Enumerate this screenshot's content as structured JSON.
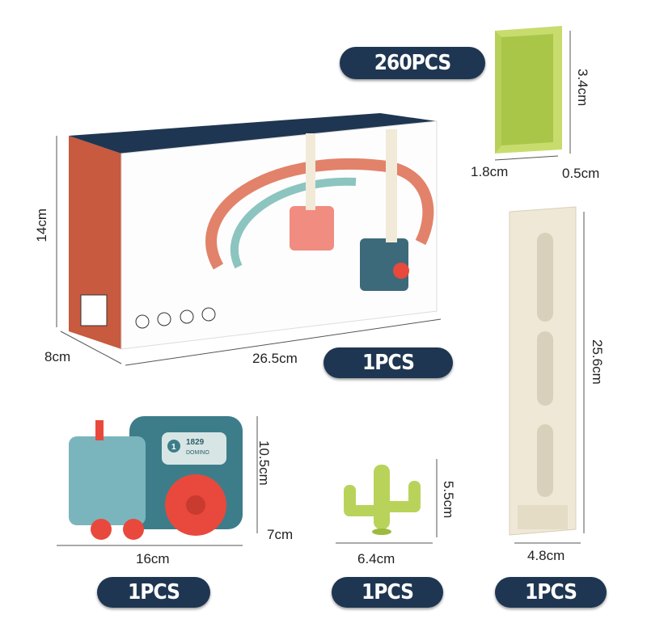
{
  "items": [
    {
      "name": "domino-tile",
      "quantity": "260PCS",
      "dims": [
        "3.4cm",
        "1.8cm",
        "0.5cm"
      ]
    },
    {
      "name": "gift-box",
      "quantity": "1PCS",
      "dims": [
        "14cm",
        "8cm",
        "26.5cm"
      ]
    },
    {
      "name": "train",
      "quantity": "1PCS",
      "dims": [
        "10.5cm",
        "16cm",
        "7cm"
      ],
      "label": "1829",
      "sublabel": "DOMINO",
      "number": "1"
    },
    {
      "name": "cactus",
      "quantity": "1PCS",
      "dims": [
        "5.5cm",
        "6.4cm"
      ]
    },
    {
      "name": "domino-tower",
      "quantity": "1PCS",
      "dims": [
        "25.6cm",
        "4.8cm"
      ]
    }
  ],
  "colors": {
    "badge": "#1e3651",
    "tile": "#b9d35a",
    "box_side": "#c75a3f",
    "box_top": "#1e3651",
    "train": "#3d7d8a",
    "wheel": "#e8493c",
    "tower": "#efe8d6"
  }
}
